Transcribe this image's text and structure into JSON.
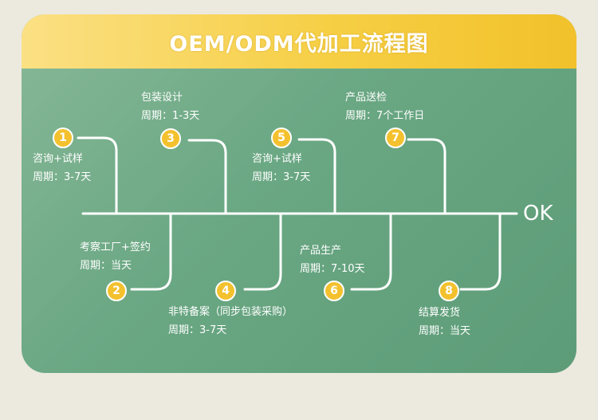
{
  "title": "OEM/ODM代加工流程图",
  "end_label": "OK",
  "steps": [
    {
      "num": "1",
      "name": "咨询+试样",
      "period": "周期：3-7天"
    },
    {
      "num": "2",
      "name": "考察工厂+签约",
      "period": "周期：当天"
    },
    {
      "num": "3",
      "name": "包装设计",
      "period": "周期：1-3天"
    },
    {
      "num": "4",
      "name": "非特备案（同步包装采购）",
      "period": "周期：3-7天"
    },
    {
      "num": "5",
      "name": "咨询+试样",
      "period": "周期：3-7天"
    },
    {
      "num": "6",
      "name": "产品生产",
      "period": "周期：7-10天"
    },
    {
      "num": "7",
      "name": "产品送检",
      "period": "周期：7个工作日"
    },
    {
      "num": "8",
      "name": "结算发货",
      "period": "周期：当天"
    }
  ],
  "colors": {
    "accent_yellow": "#f4c12e",
    "green": "#6aa783",
    "line": "#ffffff"
  }
}
